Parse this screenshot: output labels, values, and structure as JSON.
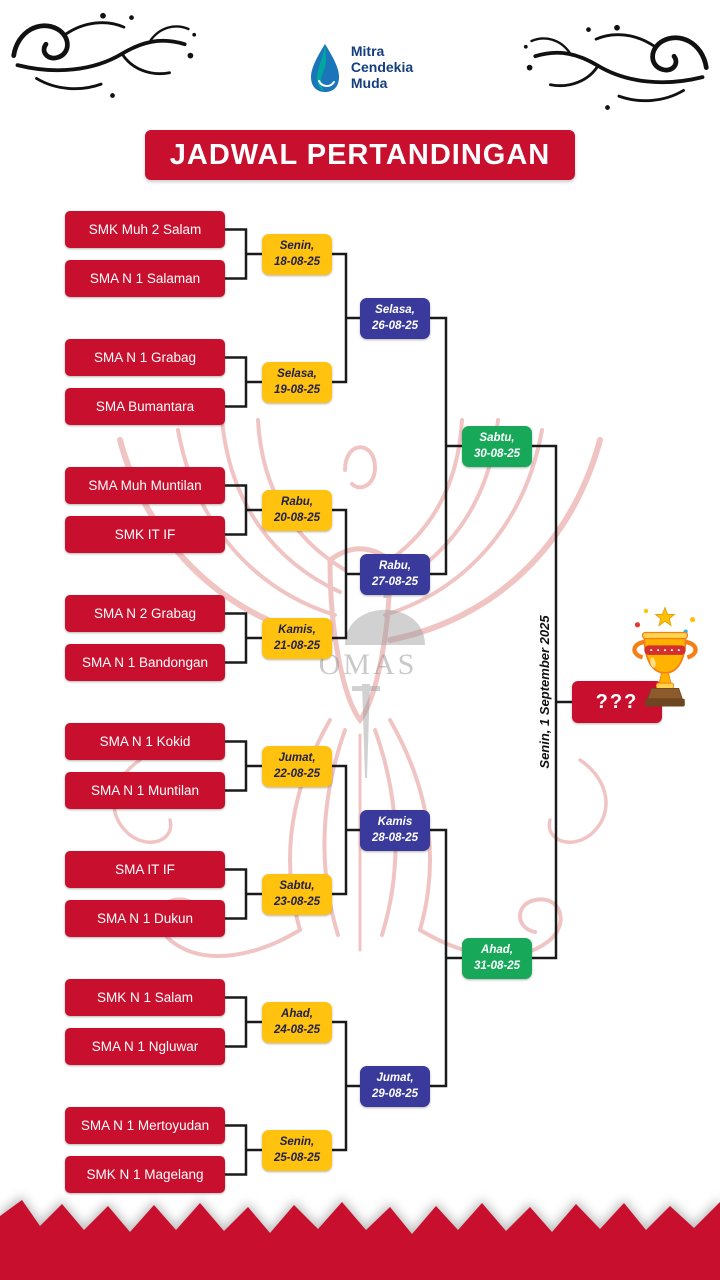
{
  "logo": {
    "line1": "Mitra",
    "line2": "Cendekia",
    "line3": "Muda"
  },
  "title": "JADWAL PERTANDINGAN",
  "round1": [
    {
      "team1": "SMK Muh 2 Salam",
      "team2": "SMA N 1 Salaman",
      "day": "Senin,",
      "date": "18-08-25"
    },
    {
      "team1": "SMA N 1 Grabag",
      "team2": "SMA Bumantara",
      "day": "Selasa,",
      "date": "19-08-25"
    },
    {
      "team1": "SMA Muh Muntilan",
      "team2": "SMK IT IF",
      "day": "Rabu,",
      "date": "20-08-25"
    },
    {
      "team1": "SMA N 2 Grabag",
      "team2": "SMA N 1 Bandongan",
      "day": "Kamis,",
      "date": "21-08-25"
    },
    {
      "team1": "SMA N 1 Kokid",
      "team2": "SMA N 1 Muntilan",
      "day": "Jumat,",
      "date": "22-08-25"
    },
    {
      "team1": "SMA IT IF",
      "team2": "SMA N 1 Dukun",
      "day": "Sabtu,",
      "date": "23-08-25"
    },
    {
      "team1": "SMK N 1 Salam",
      "team2": "SMA N 1 Ngluwar",
      "day": "Ahad,",
      "date": "24-08-25"
    },
    {
      "team1": "SMA N 1 Mertoyudan",
      "team2": "SMK N 1 Magelang",
      "day": "Senin,",
      "date": "25-08-25"
    }
  ],
  "round2": [
    {
      "day": "Selasa,",
      "date": "26-08-25"
    },
    {
      "day": "Rabu,",
      "date": "27-08-25"
    },
    {
      "day": "Kamis",
      "date": "28-08-25"
    },
    {
      "day": "Jumat,",
      "date": "29-08-25"
    }
  ],
  "round3": [
    {
      "day": "Sabtu,",
      "date": "30-08-25"
    },
    {
      "day": "Ahad,",
      "date": "31-08-25"
    }
  ],
  "final": {
    "date_vertical": "Senin, 1 September 2025",
    "champion_placeholder": "???"
  },
  "watermark": {
    "text": "OMAS"
  },
  "colors": {
    "red": "#C8102E",
    "yellow": "#FFC20E",
    "blue": "#3A3A9C",
    "green": "#17A85A"
  }
}
